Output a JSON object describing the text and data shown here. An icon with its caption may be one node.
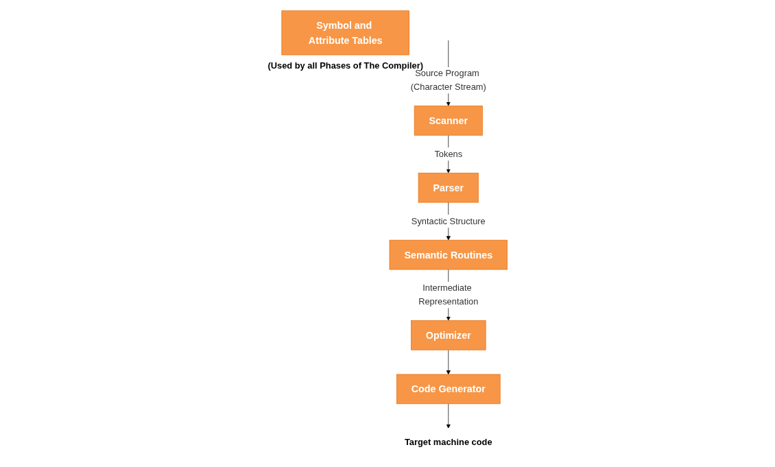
{
  "diagram": {
    "nodes": [
      {
        "text": [
          "Scanner"
        ]
      },
      {
        "text": [
          "Parser"
        ]
      },
      {
        "text": [
          "Semantic Routines"
        ]
      },
      {
        "text": [
          "Optimizer"
        ]
      },
      {
        "text": [
          "Code Generator"
        ]
      },
      {
        "text": [
          "Target machine code"
        ]
      },
      {
        "text": [
          "Symbol and Attribute Tables"
        ],
        "beside": [
          "(Used by all Phases of The Compiler)"
        ]
      }
    ],
    "edges": [
      {
        "from": null,
        "to": 0,
        "arrow": "to",
        "label": "Source Program (Character Stream)"
      },
      {
        "from": 0,
        "to": 1,
        "arrow": "to",
        "label": "Tokens"
      },
      {
        "from": 1,
        "to": 2,
        "arrow": "to",
        "label": "Syntactic Structure"
      },
      {
        "from": 2,
        "to": 3,
        "arrow": "to",
        "label": "Intermediate Representation"
      },
      {
        "from": 3,
        "to": 4,
        "arrow": "to"
      },
      {
        "from": 4,
        "to": 5,
        "arrow": "to"
      }
    ]
  }
}
